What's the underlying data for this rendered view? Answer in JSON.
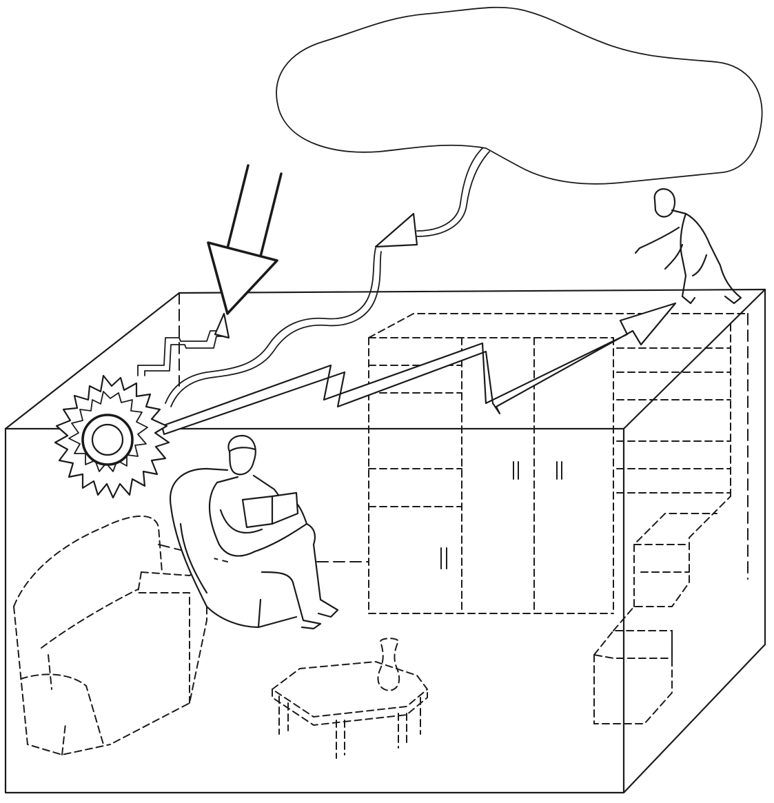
{
  "figure": {
    "ink_color": "#1a1a1a",
    "paper_color": "#ffffff",
    "elements": [
      "thought-cloud",
      "reading-person",
      "armchair",
      "open-book",
      "explosion-source",
      "zigzag-arrow",
      "incoming-arrow",
      "wavy-channel",
      "rooftop-figure",
      "sofa",
      "coffee-table",
      "vase",
      "cabinet",
      "bookshelf",
      "staircase",
      "room-box"
    ]
  }
}
